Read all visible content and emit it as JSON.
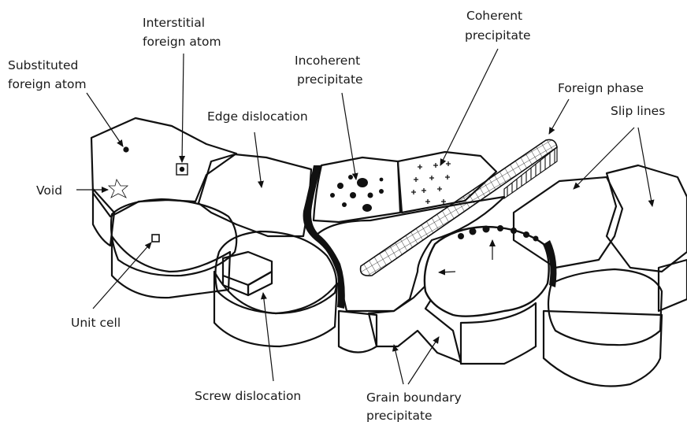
{
  "labels": {
    "interstitial_line1": "Interstitial",
    "interstitial_line2": "foreign atom",
    "substituted_line1": "Substituted",
    "substituted_line2": "foreign atom",
    "edge_dislocation": "Edge dislocation",
    "incoherent_line1": "Incoherent",
    "incoherent_line2": "precipitate",
    "coherent_line1": "Coherent",
    "coherent_line2": "precipitate",
    "foreign_phase": "Foreign phase",
    "slip_lines": "Slip lines",
    "void": "Void",
    "unit_cell": "Unit cell",
    "screw_dislocation": "Screw dislocation",
    "grain_boundary_line1": "Grain boundary",
    "grain_boundary_line2": "precipitate"
  },
  "colors": {
    "ink": "#111111",
    "background": "#ffffff",
    "grain_fill": "#ffffff",
    "side_hatch": "#111111"
  }
}
